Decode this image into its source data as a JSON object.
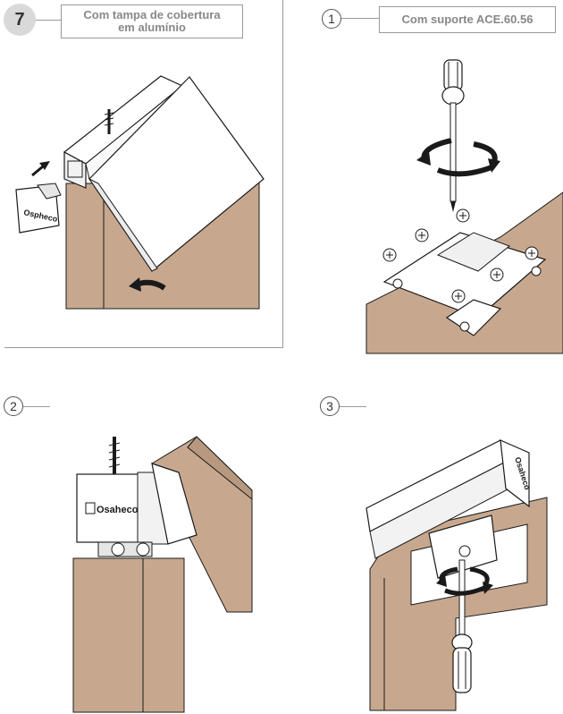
{
  "steps": [
    {
      "number": "7",
      "title": "Com tampa de cobertura em alumínio"
    },
    {
      "number": "1",
      "title": "Com suporte ACE.60.56"
    },
    {
      "number": "2",
      "title": ""
    },
    {
      "number": "3",
      "title": ""
    }
  ],
  "logos": {
    "end_cap": "Ospheco",
    "bracket": "Osaheco",
    "rail": "Osaheco"
  },
  "colors": {
    "wood": "#c7a88e",
    "wood_dark": "#b8997f",
    "line": "#1a1a1a",
    "badge_fill": "#d9d9d9",
    "border": "#999999"
  }
}
